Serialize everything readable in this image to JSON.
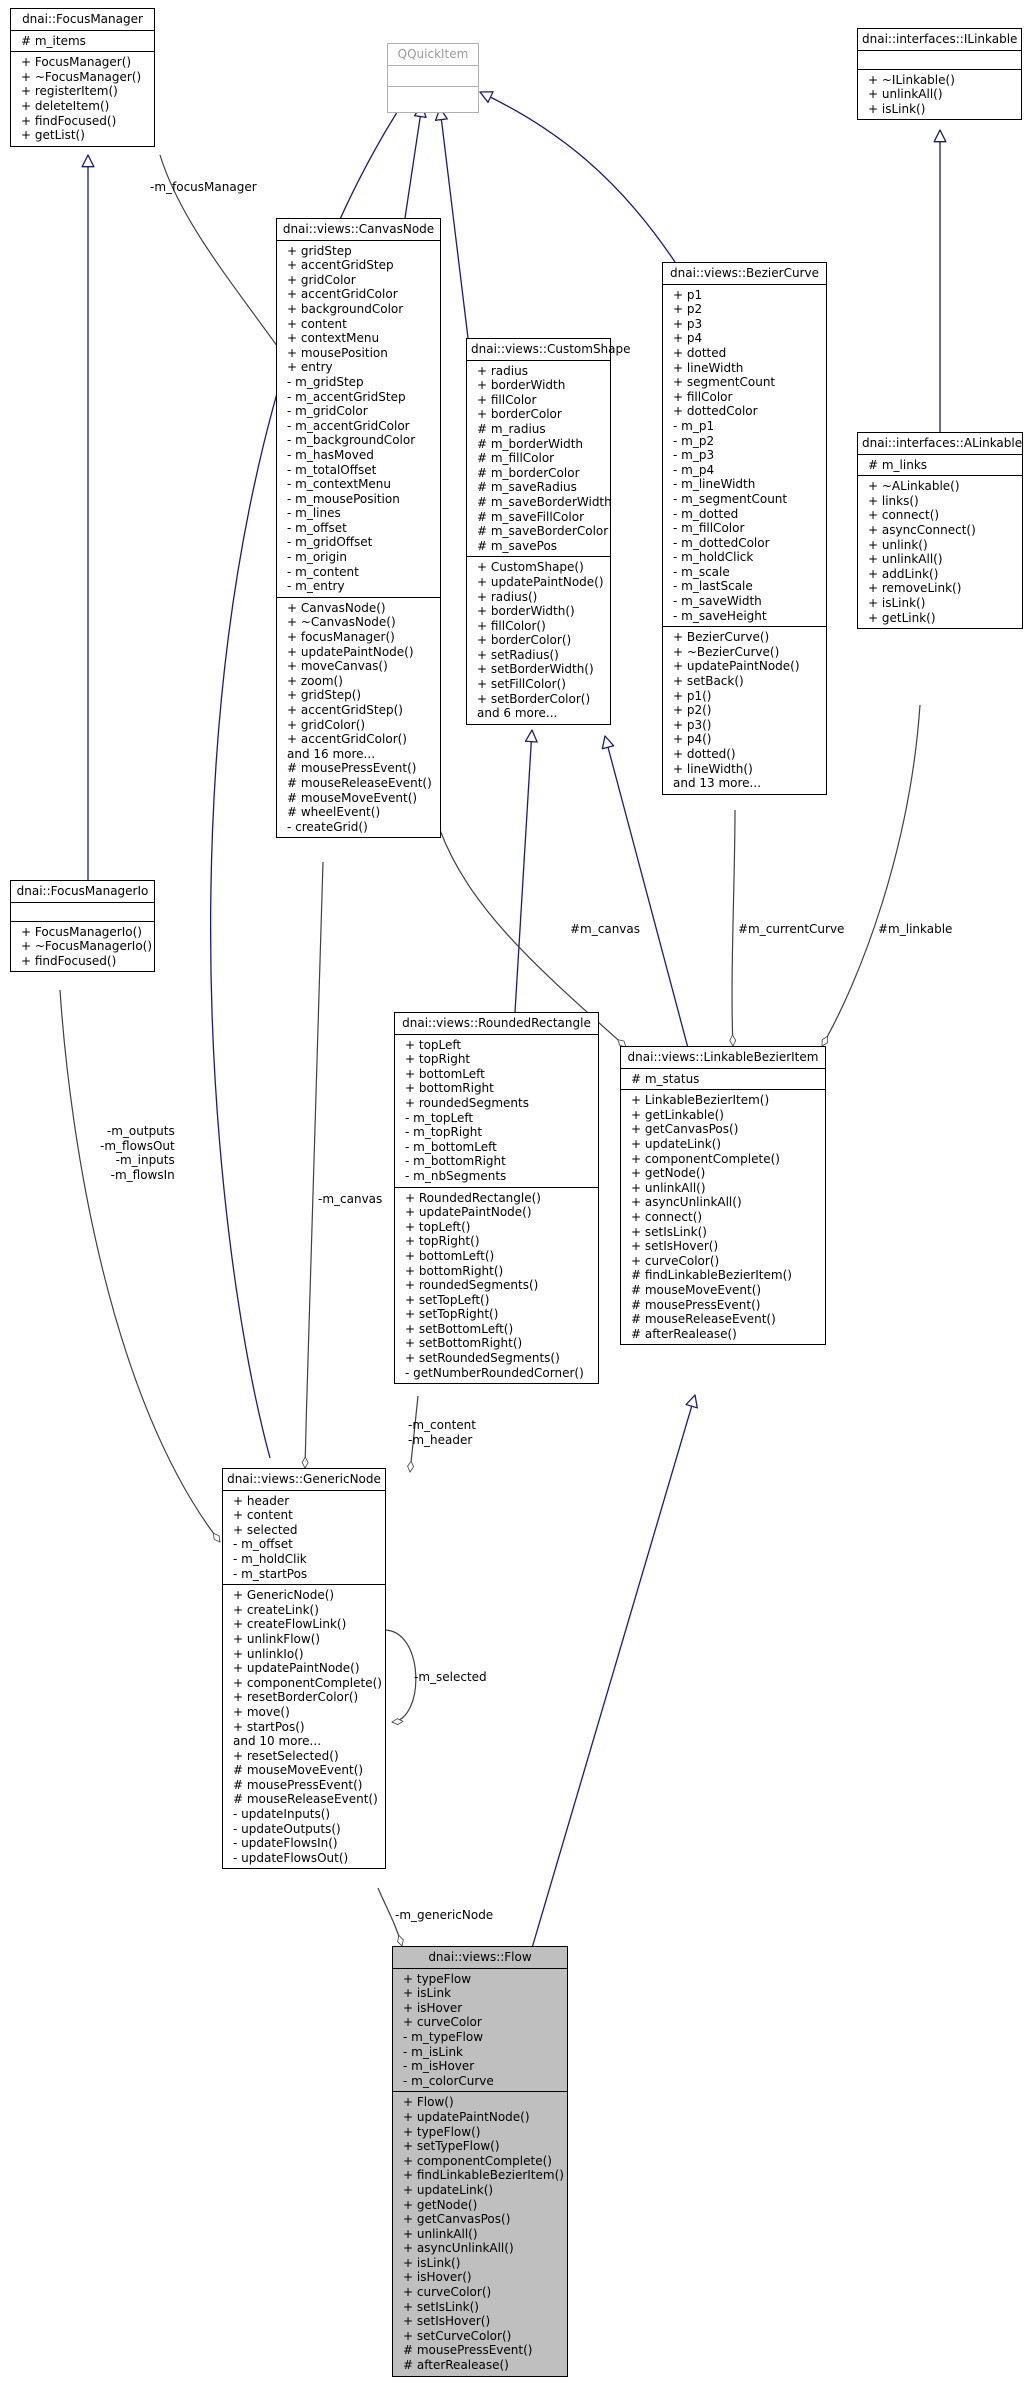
{
  "classes": {
    "focusManager": {
      "name": "dnai::FocusManager",
      "attributes": [
        "# m_items"
      ],
      "methods": [
        "+ FocusManager()",
        "+ ~FocusManager()",
        "+ registerItem()",
        "+ deleteItem()",
        "+ findFocused()",
        "+ getList()"
      ]
    },
    "qquickitem": {
      "name": "QQuickItem",
      "attributes": [],
      "methods": []
    },
    "ilinkable": {
      "name": "dnai::interfaces::ILinkable",
      "attributes": [],
      "methods": [
        "+ ~ILinkable()",
        "+ unlinkAll()",
        "+ isLink()"
      ]
    },
    "canvasNode": {
      "name": "dnai::views::CanvasNode",
      "attributes": [
        "+ gridStep",
        "+ accentGridStep",
        "+ gridColor",
        "+ accentGridColor",
        "+ backgroundColor",
        "+ content",
        "+ contextMenu",
        "+ mousePosition",
        "+ entry",
        "- m_gridStep",
        "- m_accentGridStep",
        "- m_gridColor",
        "- m_accentGridColor",
        "- m_backgroundColor",
        "- m_hasMoved",
        "- m_totalOffset",
        "- m_contextMenu",
        "- m_mousePosition",
        "- m_lines",
        "- m_offset",
        "- m_gridOffset",
        "- m_origin",
        "- m_content",
        "- m_entry"
      ],
      "methods": [
        "+ CanvasNode()",
        "+ ~CanvasNode()",
        "+ focusManager()",
        "+ updatePaintNode()",
        "+ moveCanvas()",
        "+ zoom()",
        "+ gridStep()",
        "+ accentGridStep()",
        "+ gridColor()",
        "+ accentGridColor()",
        "and 16 more...",
        "# mousePressEvent()",
        "# mouseReleaseEvent()",
        "# mouseMoveEvent()",
        "# wheelEvent()",
        "- createGrid()"
      ]
    },
    "customShape": {
      "name": "dnai::views::CustomShape",
      "attributes": [
        "+ radius",
        "+ borderWidth",
        "+ fillColor",
        "+ borderColor",
        "# m_radius",
        "# m_borderWidth",
        "# m_fillColor",
        "# m_borderColor",
        "# m_saveRadius",
        "# m_saveBorderWidth",
        "# m_saveFillColor",
        "# m_saveBorderColor",
        "# m_savePos"
      ],
      "methods": [
        "+ CustomShape()",
        "+ updatePaintNode()",
        "+ radius()",
        "+ borderWidth()",
        "+ fillColor()",
        "+ borderColor()",
        "+ setRadius()",
        "+ setBorderWidth()",
        "+ setFillColor()",
        "+ setBorderColor()",
        "and 6 more..."
      ]
    },
    "bezierCurve": {
      "name": "dnai::views::BezierCurve",
      "attributes": [
        "+ p1",
        "+ p2",
        "+ p3",
        "+ p4",
        "+ dotted",
        "+ lineWidth",
        "+ segmentCount",
        "+ fillColor",
        "+ dottedColor",
        "- m_p1",
        "- m_p2",
        "- m_p3",
        "- m_p4",
        "- m_lineWidth",
        "- m_segmentCount",
        "- m_dotted",
        "- m_fillColor",
        "- m_dottedColor",
        "- m_holdClick",
        "- m_scale",
        "- m_lastScale",
        "- m_saveWidth",
        "- m_saveHeight"
      ],
      "methods": [
        "+ BezierCurve()",
        "+ ~BezierCurve()",
        "+ updatePaintNode()",
        "+ setBack()",
        "+ p1()",
        "+ p2()",
        "+ p3()",
        "+ p4()",
        "+ dotted()",
        "+ lineWidth()",
        "and 13 more..."
      ]
    },
    "alinkable": {
      "name": "dnai::interfaces::ALinkable",
      "attributes": [
        "# m_links"
      ],
      "methods": [
        "+ ~ALinkable()",
        "+ links()",
        "+ connect()",
        "+ asyncConnect()",
        "+ unlink()",
        "+ unlinkAll()",
        "+ addLink()",
        "+ removeLink()",
        "+ isLink()",
        "+ getLink()"
      ]
    },
    "focusManagerIo": {
      "name": "dnai::FocusManagerIo",
      "attributes": [],
      "methods": [
        "+ FocusManagerIo()",
        "+ ~FocusManagerIo()",
        "+ findFocused()"
      ]
    },
    "roundedRectangle": {
      "name": "dnai::views::RoundedRectangle",
      "attributes": [
        "+ topLeft",
        "+ topRight",
        "+ bottomLeft",
        "+ bottomRight",
        "+ roundedSegments",
        "- m_topLeft",
        "- m_topRight",
        "- m_bottomLeft",
        "- m_bottomRight",
        "- m_nbSegments"
      ],
      "methods": [
        "+ RoundedRectangle()",
        "+ updatePaintNode()",
        "+ topLeft()",
        "+ topRight()",
        "+ bottomLeft()",
        "+ bottomRight()",
        "+ roundedSegments()",
        "+ setTopLeft()",
        "+ setTopRight()",
        "+ setBottomLeft()",
        "+ setBottomRight()",
        "+ setRoundedSegments()",
        "- getNumberRoundedCorner()"
      ]
    },
    "linkableBezierItem": {
      "name": "dnai::views::LinkableBezierItem",
      "attributes": [
        "# m_status"
      ],
      "methods": [
        "+ LinkableBezierItem()",
        "+ getLinkable()",
        "+ getCanvasPos()",
        "+ updateLink()",
        "+ componentComplete()",
        "+ getNode()",
        "+ unlinkAll()",
        "+ asyncUnlinkAll()",
        "+ connect()",
        "+ setIsLink()",
        "+ setIsHover()",
        "+ curveColor()",
        "# findLinkableBezierItem()",
        "# mouseMoveEvent()",
        "# mousePressEvent()",
        "# mouseReleaseEvent()",
        "# afterRealease()"
      ]
    },
    "genericNode": {
      "name": "dnai::views::GenericNode",
      "attributes": [
        "+ header",
        "+ content",
        "+ selected",
        "- m_offset",
        "- m_holdClik",
        "- m_startPos"
      ],
      "methods": [
        "+ GenericNode()",
        "+ createLink()",
        "+ createFlowLink()",
        "+ unlinkFlow()",
        "+ unlinkIo()",
        "+ updatePaintNode()",
        "+ componentComplete()",
        "+ resetBorderColor()",
        "+ move()",
        "+ startPos()",
        "and 10 more...",
        "+ resetSelected()",
        "# mouseMoveEvent()",
        "# mousePressEvent()",
        "# mouseReleaseEvent()",
        "- updateInputs()",
        "- updateOutputs()",
        "- updateFlowsIn()",
        "- updateFlowsOut()"
      ]
    },
    "flow": {
      "name": "dnai::views::Flow",
      "attributes": [
        "+ typeFlow",
        "+ isLink",
        "+ isHover",
        "+ curveColor",
        "- m_typeFlow",
        "- m_isLink",
        "- m_isHover",
        "- m_colorCurve"
      ],
      "methods": [
        "+ Flow()",
        "+ updatePaintNode()",
        "+ typeFlow()",
        "+ setTypeFlow()",
        "+ componentComplete()",
        "+ findLinkableBezierItem()",
        "+ updateLink()",
        "+ getNode()",
        "+ getCanvasPos()",
        "+ unlinkAll()",
        "+ asyncUnlinkAll()",
        "+ isLink()",
        "+ isHover()",
        "+ curveColor()",
        "+ setIsLink()",
        "+ setIsHover()",
        "+ setCurveColor()",
        "# mousePressEvent()",
        "# afterRealease()"
      ]
    }
  },
  "edge_labels": {
    "focus_manager": "-m_focusManager",
    "canvas_lbi": "#m_canvas",
    "current_curve": "#m_currentCurve",
    "linkable": "#m_linkable",
    "canvas_gn": "-m_canvas",
    "io_lines": [
      "-m_outputs",
      "-m_flowsOut",
      "-m_inputs",
      "-m_flowsIn"
    ],
    "content_header": [
      "-m_content",
      "-m_header"
    ],
    "selected": "-m_selected",
    "generic_node": "-m_genericNode"
  },
  "colors": {
    "inheritance": "#1a1a80",
    "association": "#404040",
    "focus_fill": "#bfbfbf",
    "external_border": "#b0b0b0"
  }
}
